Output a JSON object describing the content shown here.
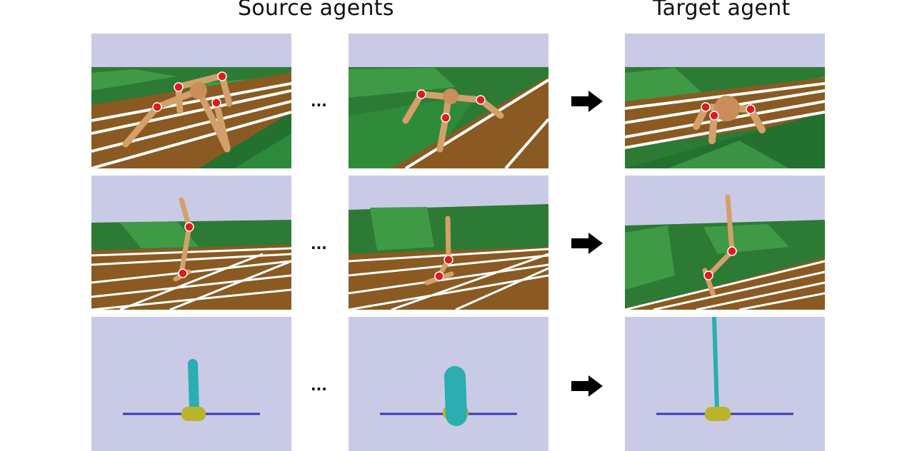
{
  "headings": {
    "source": "Source agents",
    "target": "Target agent"
  },
  "rows": [
    {
      "agent": "quadruped",
      "separator": "...",
      "arrow_icon": "right-arrow-icon"
    },
    {
      "agent": "hopper",
      "separator": "...",
      "arrow_icon": "right-arrow-icon"
    },
    {
      "agent": "cartpole",
      "separator": "...",
      "arrow_icon": "right-arrow-icon"
    }
  ],
  "colors": {
    "sky": "#c9cbe6",
    "grass_dark": "#24702f",
    "grass_light": "#3f9a46",
    "track": "#8a5a22",
    "lane": "#ffffff",
    "limb": "#d4a06a",
    "joint": "#e01b1b",
    "pole": "#2aaeb0",
    "cart": "#b8b52a",
    "rail": "#3b3bb0"
  }
}
